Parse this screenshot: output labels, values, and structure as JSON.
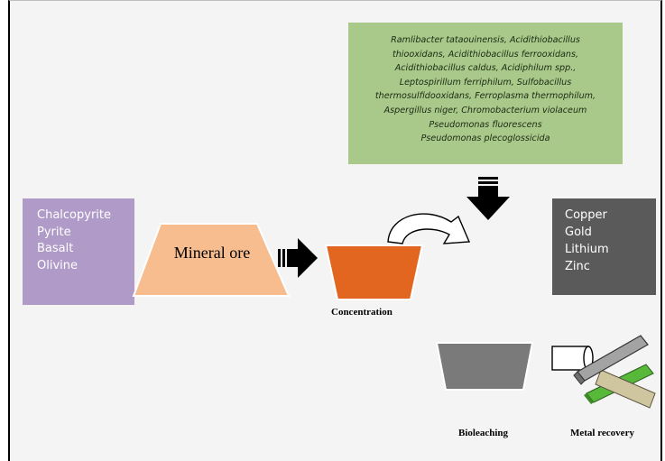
{
  "organisms": {
    "lines": [
      "Ramlibacter tataouinensis, Acidithiobacillus",
      "thiooxidans, Acidithiobacillus ferrooxidans,",
      "Acidithiobacillus caldus, Acidiphilum spp.,",
      "Leptospirillum ferriphilum, Sulfobacillus",
      "thermosulfidooxidans, Ferroplasma thermophilum,",
      "Aspergillus niger, Chromobacterium violaceum",
      "Pseudomonas fluorescens",
      "Pseudomonas plecoglossicida"
    ]
  },
  "minerals": [
    "Chalcopyrite",
    "Pyrite",
    "Basalt",
    "Olivine"
  ],
  "ore_label": "Mineral ore",
  "metals": [
    "Copper",
    "Gold",
    "Lithium",
    "Zinc"
  ],
  "labels": {
    "concentration": "Concentration",
    "bioleaching": "Bioleaching",
    "metal_recovery": "Metal recovery"
  },
  "colors": {
    "organisms_box": "#a9c98a",
    "minerals_box": "#b09ac8",
    "metals_box": "#5a5a5a",
    "ore_trapezoid": "#f7bd8f",
    "concentration_vessel": "#e2661f",
    "bioleaching_vessel": "#7a7a7a",
    "arrow": "#000000"
  },
  "icons": [
    "block-arrow-right",
    "curved-arrow",
    "block-arrow-down",
    "metal-bars"
  ]
}
